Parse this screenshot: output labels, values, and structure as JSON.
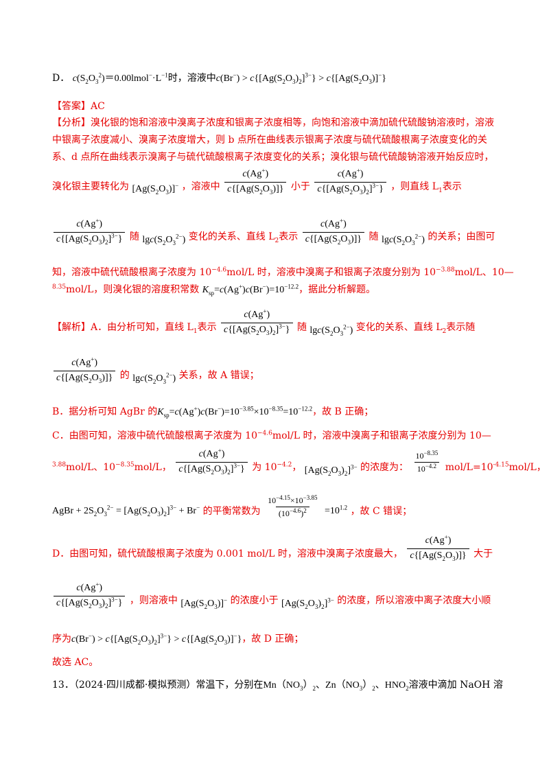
{
  "optionD": {
    "label": "D．",
    "cond_tail": "＝0.00lmol",
    "unit": "·L",
    "time": "时，溶液中",
    "ion1": "Br",
    "gt": ">",
    "complex3": "Ag(S",
    "complex1": "Ag(S"
  },
  "answer": {
    "label": "【答案】AC"
  },
  "analysis": {
    "label": "【分析】",
    "line1": "溴化银的饱和溶液中溴离子浓度和银离子浓度相等，向饱和溶液中滴加硫代硫酸钠溶液时，溶液",
    "line2": "中银离子浓度减小、溴离子浓度增大，则 b 点所在曲线表示银离子浓度与硫代硫酸根离子浓度变化的关",
    "line3": "系、d 点所在曲线表示溴离子与硫代硫酸根离子浓度变化的关系；溴化银与硫代硫酸钠溶液开始反应时，",
    "l4a": "溴化银主要转化为",
    "l4b": "，溶液中",
    "l4c": "小于",
    "l4d": "，则直线 L",
    "l4e": "表示",
    "l5a": "随",
    "l5b": "变化的关系、直线 L",
    "l5c": "表示",
    "l5d": "随",
    "l5e": "的关系；由图可",
    "l6a": "知，溶液中硫代硫酸根离子浓度为 10",
    "l6exp1": "−4.6",
    "l6b": "mol/L 时，溶液中溴离子和银离子浓度分别为 10",
    "l6exp2": "−3.88",
    "l6c": "mol/L、10—",
    "l7a": "8.35",
    "l7b": "mol/L，则溴化银的溶度积常数",
    "l7c": "，据此分析解题。"
  },
  "solution": {
    "label": "【解析】",
    "A1a": "A．由分析可知，直线 L",
    "A1b": "表示",
    "A1c": "随",
    "A1d": "变化的关系、直线 L",
    "A1e": "表示随",
    "A2a": "的",
    "A2b": "关系，故 A 错误；",
    "B1a": "B．据分析可知 AgBr 的",
    "B1b": "，故 B 正确；",
    "C1a": "C．由图可知，溶液中硫代硫酸根离子浓度为 10",
    "C1exp": "−4.6",
    "C1b": "mol/L 时，溶液中溴离子和银离子浓度分别为 10",
    "C1c": "—",
    "C2a": "3.88",
    "C2b": "mol/L、10",
    "C2exp": "−8.35",
    "C2c": "mol/L，",
    "C2d": "为 10",
    "C2exp2": "−4.2",
    "C2e": "，",
    "C2f": "的浓度为：",
    "C2g": "mol/L=10",
    "C2exp3": "-4.15",
    "C2h": "mol/L，",
    "C3a": "的平衡常数为",
    "C3b": "，故 C 错误；",
    "D1a": "D．由图可知，硫代硫酸根离子浓度为 0.001 mol/L 时，溶液中溴离子浓度最大，",
    "D1b": "大于",
    "D2a": "，则溶液中",
    "D2b": "的浓度小于",
    "D2c": "的浓度，所以溶液中离子浓度大小顺",
    "D3a": "序为",
    "D3b": "，故 D 正确；",
    "final": "故选 AC。"
  },
  "question13": {
    "text1": "13．（2024·四川成都·模拟预测）常温下，分别在",
    "mn": "Mn（NO",
    "zn": "Zn（NO",
    "hno2": "HNO",
    "text2": "溶液中滴加 NaOH 溶"
  }
}
